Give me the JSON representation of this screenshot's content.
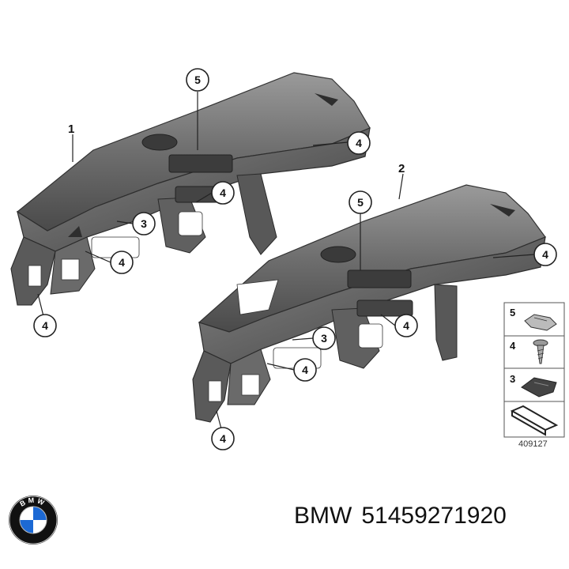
{
  "callouts": {
    "part1": "1",
    "part2": "2",
    "c5": "5",
    "c4": "4",
    "c3": "3"
  },
  "legend": {
    "rows": [
      {
        "number": "5",
        "icon": "clip-icon"
      },
      {
        "number": "4",
        "icon": "screw-icon"
      },
      {
        "number": "3",
        "icon": "nut-clip-icon"
      },
      {
        "number": "",
        "icon": "gasket-strip-icon"
      }
    ],
    "reference": "409127"
  },
  "brand": {
    "name": "BMW",
    "part_number": "51459271920",
    "logo_letters": "BMW"
  },
  "colors": {
    "dash_dark": "#4a4a4a",
    "dash_mid": "#7a7a7a",
    "dash_light": "#a8a8a8",
    "logo_blue": "#1c69d4",
    "logo_black": "#111111"
  }
}
